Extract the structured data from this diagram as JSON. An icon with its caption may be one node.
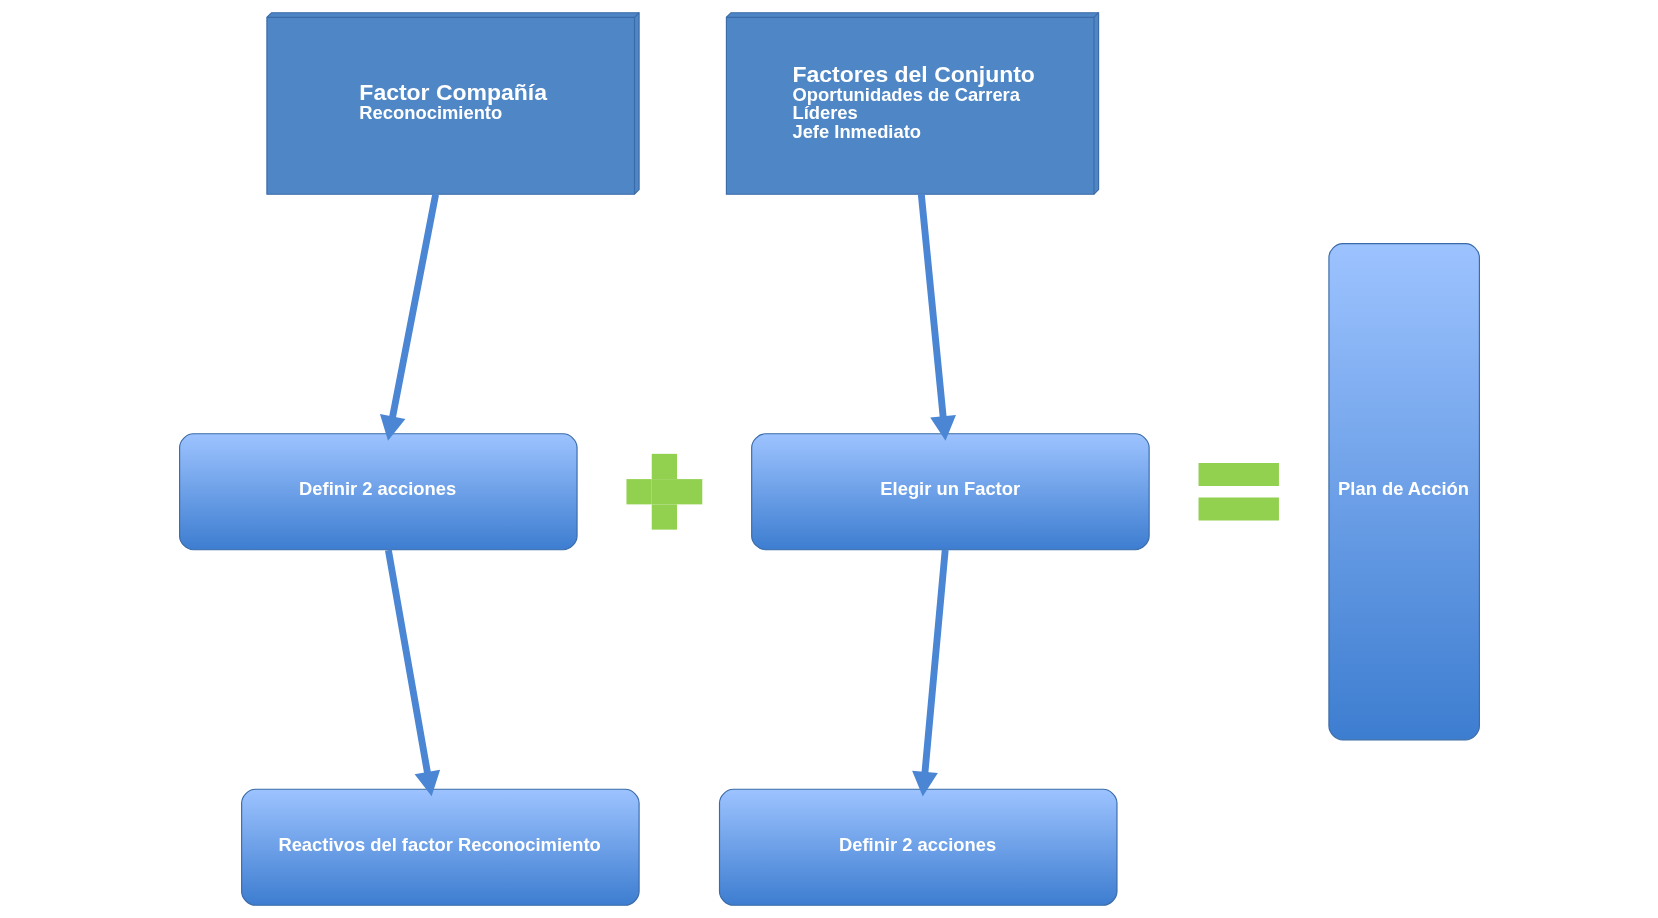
{
  "diagram": {
    "nodes": [
      {
        "text": [
          "Factor Compañía",
          "Reconocimiento"
        ]
      },
      {
        "text": [
          "Factores del Conjunto",
          "Oportunidades de Carrera",
          "Líderes",
          "Jefe Inmediato"
        ]
      },
      {
        "text": [
          "Plan de Acción"
        ]
      },
      {
        "text": [
          "Definir 2 acciones"
        ]
      },
      {
        "text": [],
        "shape": "plus"
      },
      {
        "text": [
          "Elegir un Factor"
        ]
      },
      {
        "text": [],
        "shape": "equals"
      },
      {
        "text": [
          "Reactivos del factor Reconocimiento"
        ]
      },
      {
        "text": [
          "Definir 2 acciones"
        ]
      }
    ],
    "edges": [
      {
        "from": 0,
        "to": 3,
        "arrow": "to"
      },
      {
        "from": 3,
        "to": 7,
        "arrow": "to"
      },
      {
        "from": 1,
        "to": 5,
        "arrow": "to"
      },
      {
        "from": 5,
        "to": 8,
        "arrow": "to"
      }
    ]
  }
}
